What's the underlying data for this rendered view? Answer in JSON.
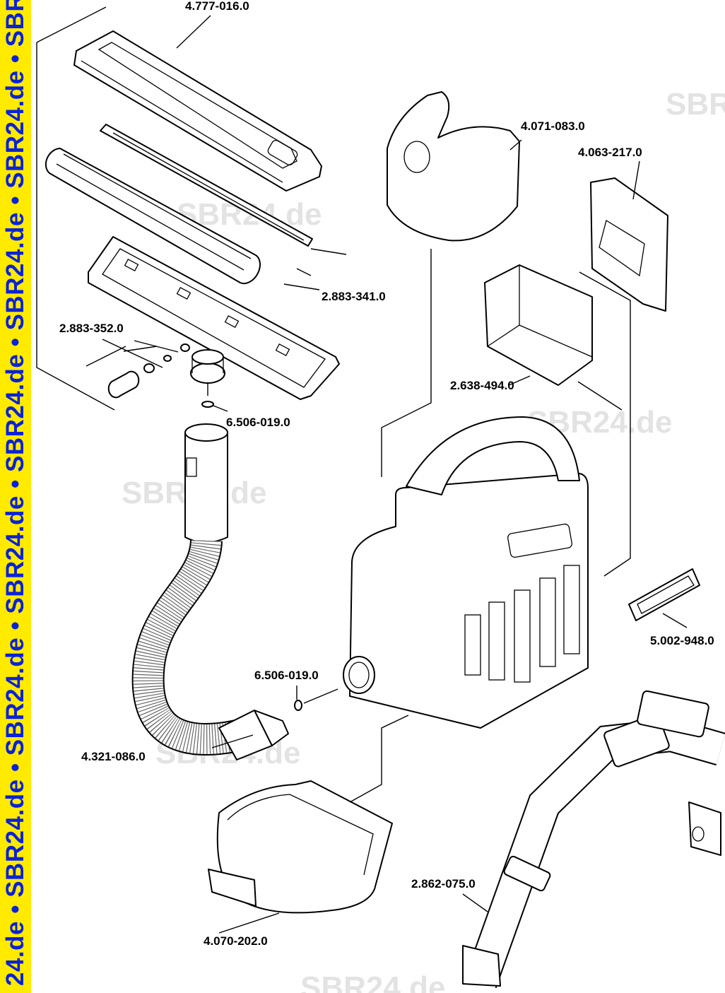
{
  "banner": {
    "text": "24.de • SBR24.de • SBR24.de • SBR24.de • SBR24.de • SBR24.de • SBR24.de • SBR24.de • SBR",
    "color": "#ffea00",
    "text_color": "#0a22d8"
  },
  "watermark": "SBR24.de",
  "labels": {
    "floor_tool_cover": "4.777-016.0",
    "roller_set": "2.883-341.0",
    "wheel_set": "2.883-352.0",
    "oring_top": "6.506-019.0",
    "oring_bottom": "6.506-019.0",
    "hose": "4.321-086.0",
    "tank": "4.070-202.0",
    "motor_cap": "4.071-083.0",
    "filter_cover": "4.063-217.0",
    "battery_pack": "2.638-494.0",
    "window_seal": "5.002-948.0",
    "strap": "2.862-075.0"
  }
}
